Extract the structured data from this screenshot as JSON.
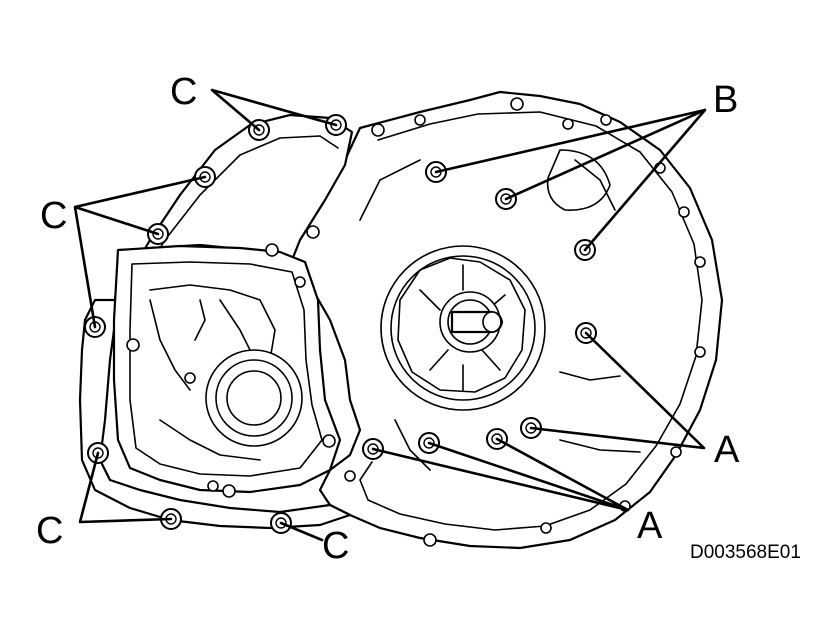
{
  "figure_id": "D003568E01",
  "callouts": {
    "a_right": "A",
    "a_bottom": "A",
    "b": "B",
    "c_top": "C",
    "c_left": "C",
    "c_bottom_left": "C",
    "c_bottom": "C"
  }
}
